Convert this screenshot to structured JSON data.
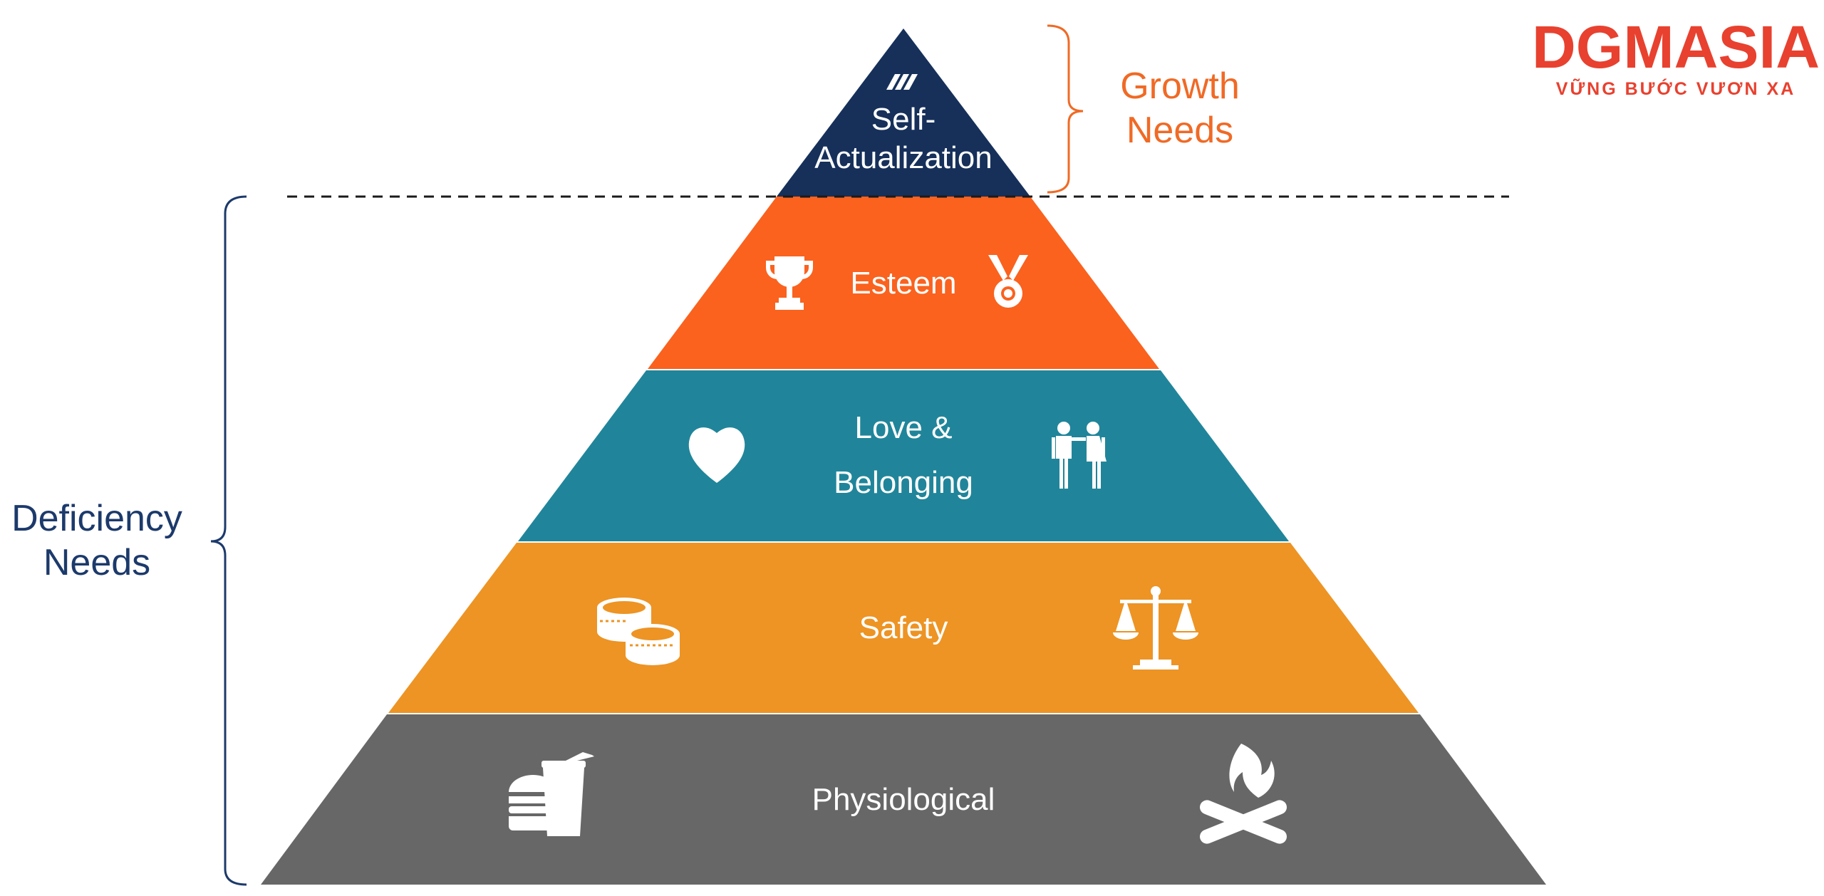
{
  "logo": {
    "brand": "DGMASIA",
    "tagline": "VỮNG BƯỚC VƯƠN XA",
    "color": "#e8412f"
  },
  "groups": {
    "growth": {
      "line1": "Growth",
      "line2": "Needs",
      "color": "#f06a25"
    },
    "deficiency": {
      "line1": "Deficiency",
      "line2": "Needs",
      "color": "#1c3a6b"
    }
  },
  "levels": [
    {
      "line1": "Self-",
      "line2": "Actualization",
      "color": "#16305a",
      "icons": [
        "pencil-lines-icon"
      ]
    },
    {
      "line1": "Esteem",
      "color": "#fa621e",
      "icons": [
        "trophy-icon",
        "medal-icon"
      ]
    },
    {
      "line1": "Love &",
      "line2": "Belonging",
      "color": "#20859a",
      "icons": [
        "heart-icon",
        "couple-icon"
      ]
    },
    {
      "line1": "Safety",
      "color": "#ed9424",
      "icons": [
        "coins-icon",
        "scales-icon"
      ]
    },
    {
      "line1": "Physiological",
      "color": "#676767",
      "icons": [
        "burger-drink-icon",
        "campfire-icon"
      ]
    }
  ]
}
